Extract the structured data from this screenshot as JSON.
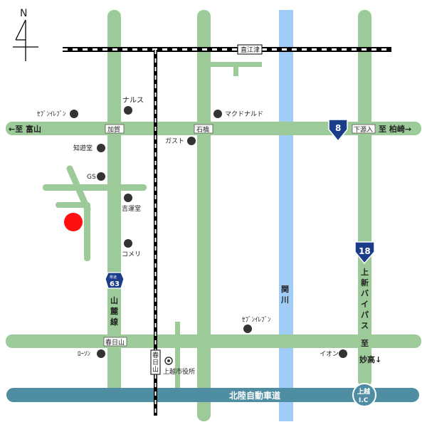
{
  "compass": {
    "letter": "N"
  },
  "directions": {
    "west": "←至 富山",
    "east": "至 柏崎→",
    "south_bypass": "至",
    "south_bypass_2": "妙高↓"
  },
  "intersections": {
    "kaga": "加賀",
    "ishibashi": "石橋",
    "shimogenryu": "下源入",
    "kasugayama": "春日山",
    "naoetsu": "直江津"
  },
  "roads": {
    "route8": "8",
    "route18": "18",
    "route63": "63",
    "route63_prefix": "県道",
    "sanrokusen": [
      "山",
      "麓",
      "線"
    ],
    "bypass": [
      "上",
      "新",
      "バ",
      "イ",
      "パ",
      "ス"
    ],
    "expressway": "北陸自動車道",
    "ic_line1": "上越",
    "ic_line2": "I.C"
  },
  "river": {
    "name": [
      "関",
      "川"
    ]
  },
  "rail": {
    "station": [
      "春",
      "日",
      "山"
    ]
  },
  "landmarks": {
    "naruse": "ナルス",
    "seven_nw": "ｾﾌﾞﾝｲﾚﾌﾞﾝ",
    "mcdonalds": "マクドナルド",
    "gust": "ガスト",
    "chiyudo": "知遊堂",
    "gs": "GS",
    "kichiundo": "吉運堂",
    "komeri": "コメリ",
    "seven_se": "ｾﾌﾞﾝｲﾚﾌﾞﾝ",
    "lawson": "ﾛｰｿﾝ",
    "aeon": "イオン",
    "cityhall": "上越市役所"
  },
  "colors": {
    "road": "#9cca98",
    "river": "#a0ccf6",
    "expressway": "#4f8da3",
    "route_shield": "#1a3c8a",
    "destination": "#ff1010",
    "landmark": "#333333"
  }
}
